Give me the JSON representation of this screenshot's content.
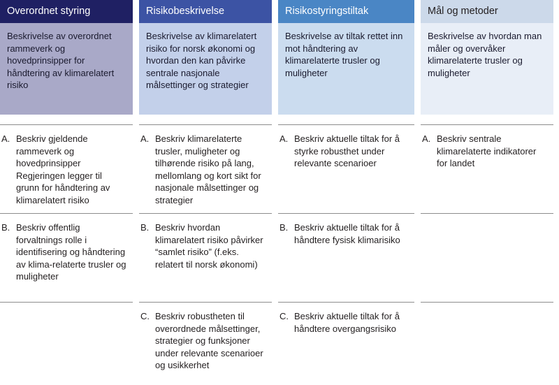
{
  "diagram": {
    "type": "four-column-framework-matrix",
    "columns": [
      {
        "id": "overordnet-styring",
        "title": "Overordnet styring",
        "description": "Beskrivelse av overordnet rammeverk og hovedprinsipper for håndtering av klimarelatert risiko",
        "header_color": "#1f2063",
        "panel_color": "#a9a9c8",
        "header_text_color": "#ffffff",
        "items": [
          {
            "letter": "A.",
            "text": "Beskriv gjeldende rammeverk og hovedprinsipper Regjeringen legger til grunn for håndtering av klimarelatert risiko"
          },
          {
            "letter": "B.",
            "text": "Beskriv offentlig forvaltnings rolle i identifisering og håndtering av klima-relaterte trusler og muligheter"
          },
          {
            "letter": "",
            "text": ""
          }
        ]
      },
      {
        "id": "risikobeskrivelse",
        "title": "Risikobeskrivelse",
        "description": "Beskrivelse av klimarelatert risiko for norsk økonomi og hvordan den kan påvirke sentrale nasjonale målsettinger og strategier",
        "header_color": "#3c53a4",
        "panel_color": "#c3d0ea",
        "header_text_color": "#ffffff",
        "items": [
          {
            "letter": "A.",
            "text": "Beskriv klimarelaterte trusler, muligheter og tilhørende risiko på lang, mellomlang og kort sikt for nasjonale målsettinger og strategier"
          },
          {
            "letter": "B.",
            "text": "Beskriv hvordan klimarelatert risiko påvirker “samlet risiko” (f.eks. relatert til norsk økonomi)"
          },
          {
            "letter": "C.",
            "text": "Beskriv robustheten til overordnede målsettinger, strategier og funksjoner under relevante scenarioer og usikkerhet"
          }
        ]
      },
      {
        "id": "risikostyringstiltak",
        "title": "Risikostyringstiltak",
        "description": "Beskrivelse av tiltak rettet inn mot håndtering av klimarelaterte trusler og muligheter",
        "header_color": "#4a86c5",
        "panel_color": "#cbdcef",
        "header_text_color": "#ffffff",
        "items": [
          {
            "letter": "A.",
            "text": "Beskriv aktuelle tiltak for å styrke robusthet under relevante scenarioer"
          },
          {
            "letter": "B.",
            "text": "Beskriv aktuelle tiltak for å håndtere fysisk klimarisiko"
          },
          {
            "letter": "C.",
            "text": "Beskriv aktuelle tiltak for å håndtere overgangsrisiko"
          }
        ]
      },
      {
        "id": "mal-og-metoder",
        "title": "Mål og metoder",
        "description": "Beskrivelse av hvordan man måler og overvåker klimarelaterte trusler og muligheter",
        "header_color": "#ccd9ea",
        "panel_color": "#e8eef7",
        "header_text_color": "#231f20",
        "items": [
          {
            "letter": "A.",
            "text": "Beskriv sentrale klimarelaterte indikatorer for landet"
          },
          {
            "letter": "",
            "text": ""
          },
          {
            "letter": "",
            "text": ""
          }
        ]
      }
    ]
  }
}
